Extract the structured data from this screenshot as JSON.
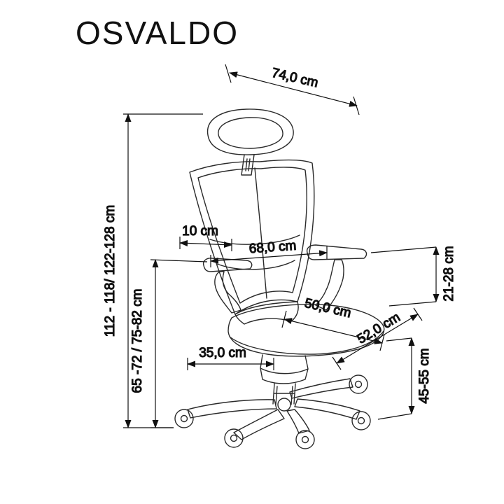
{
  "title": "OSVALDO",
  "colors": {
    "ink": "#111111",
    "drawing_line": "#2a2a2a",
    "background": "#ffffff"
  },
  "dimensions": {
    "top_width": "74,0 cm",
    "overall_height": "112 - 118/ 122-128 cm",
    "seat_to_floor_range": "65 -72 / 75-82 cm",
    "headrest_adjustment": "10 cm",
    "armrest_span": "68,0 cm",
    "armrest_height": "21-28 cm",
    "seat_width": "50,0 cm",
    "seat_depth": "52,0 cm",
    "seat_height": "45-55 cm",
    "base_front_depth": "35,0 cm"
  }
}
